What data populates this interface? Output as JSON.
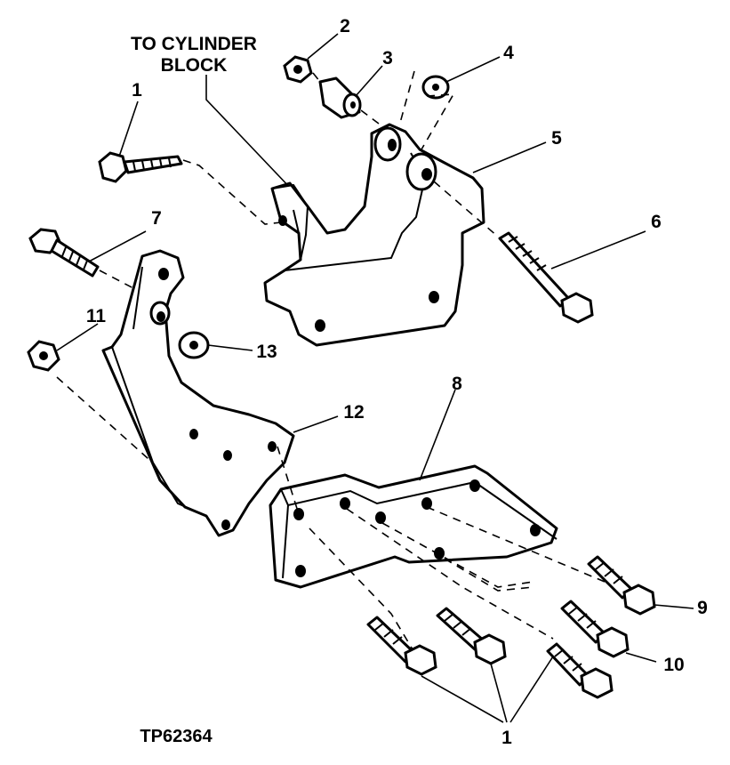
{
  "title": {
    "line1": "TO CYLINDER",
    "line2": "BLOCK"
  },
  "figure_id": "TP62364",
  "callouts": {
    "c1_top": "1",
    "c2": "2",
    "c3": "3",
    "c4": "4",
    "c5": "5",
    "c6": "6",
    "c7": "7",
    "c8": "8",
    "c9": "9",
    "c10": "10",
    "c11": "11",
    "c12": "12",
    "c13": "13",
    "c1_bottom": "1"
  }
}
